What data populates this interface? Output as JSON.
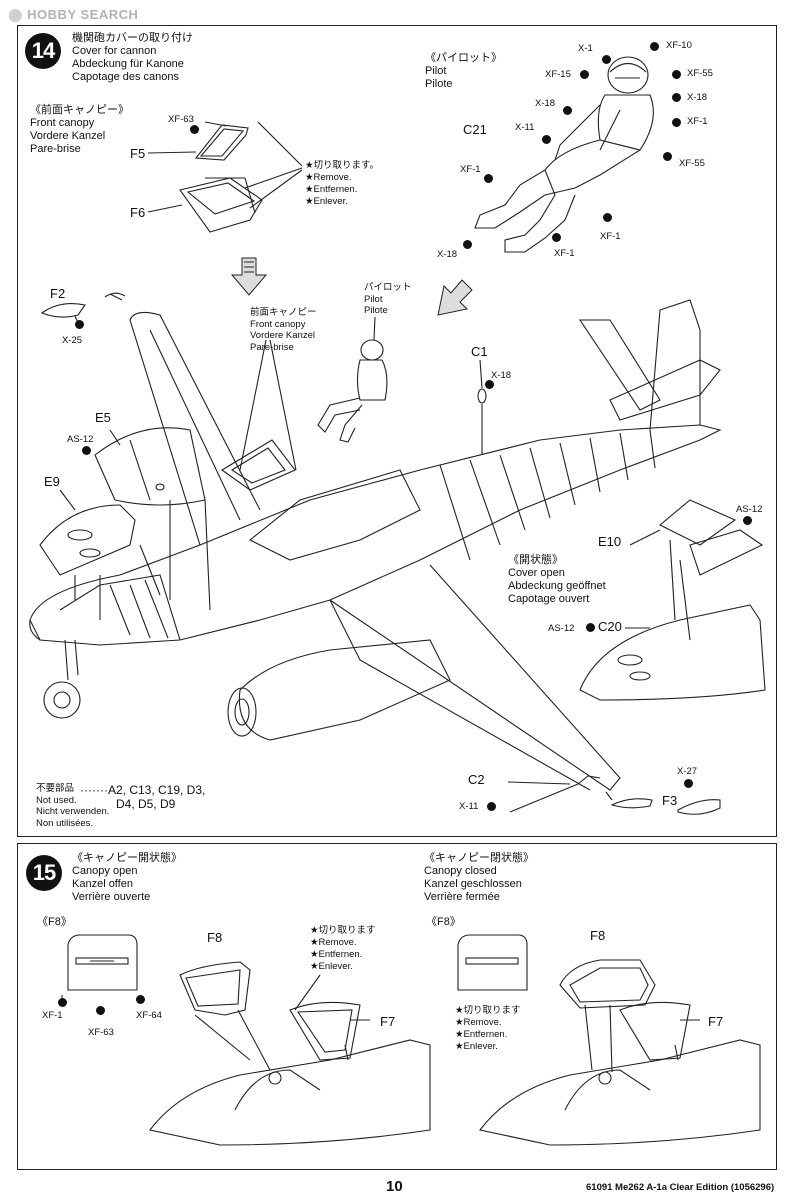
{
  "watermark": "HOBBY SEARCH",
  "step14": {
    "number": "14",
    "title": [
      "機関砲カバーの取り付け",
      "Cover for cannon",
      "Abdeckung für Kanone",
      "Capotage des canons"
    ],
    "front_canopy_group": [
      "《前面キャノピー》",
      "Front canopy",
      "Vordere Kanzel",
      "Pare-brise"
    ],
    "pilot_group": [
      "《パイロット》",
      "Pilot",
      "Pilote"
    ],
    "cut_off_note": [
      "★切り取ります。",
      "★Remove.",
      "★Entfernen.",
      "★Enlever."
    ],
    "front_canopy_callout": [
      "前面キャノピー",
      "Front canopy",
      "Vordere Kanzel",
      "Pare-brise"
    ],
    "pilot_callout": [
      "パイロット",
      "Pilot",
      "Pilote"
    ],
    "cover_open_group": [
      "《開状態》",
      "Cover open",
      "Abdeckung geöffnet",
      "Capotage ouvert"
    ],
    "not_used_label": [
      "不要部品",
      "Not used.",
      "Nicht verwenden.",
      "Non utilisées."
    ],
    "not_used_parts": [
      "·······A2, C13, C19, D3,",
      "D4, D5, D9"
    ],
    "parts": {
      "f5": "F5",
      "f6": "F6",
      "c21": "C21",
      "f2": "F2",
      "c1": "C1",
      "e5": "E5",
      "e9": "E9",
      "e10": "E10",
      "c20": "C20",
      "c2": "C2",
      "f3": "F3"
    },
    "paints": {
      "xf63": "XF-63",
      "x1": "X-1",
      "xf10": "XF-10",
      "xf15": "XF-15",
      "xf55a": "XF-55",
      "x18a": "X-18",
      "x18b": "X-18",
      "x11a": "X-11",
      "xf1a": "XF-1",
      "xf55b": "XF-55",
      "xf1b": "XF-1",
      "xf1c": "XF-1",
      "x18c": "X-18",
      "xf1d": "XF-1",
      "x25": "X-25",
      "x18d": "X-18",
      "as12a": "AS-12",
      "as12b": "AS-12",
      "as12c": "AS-12",
      "x27": "X-27",
      "x11b": "X-11"
    }
  },
  "step15": {
    "number": "15",
    "open_group": [
      "《キャノピー開状態》",
      "Canopy open",
      "Kanzel offen",
      "Verrière ouverte"
    ],
    "closed_group": [
      "《キャノピー閉状態》",
      "Canopy closed",
      "Kanzel geschlossen",
      "Verrière fermée"
    ],
    "f8_group_left": "《F8》",
    "f8_group_right": "《F8》",
    "cut_off_left": [
      "★切り取ります",
      "★Remove.",
      "★Entfernen.",
      "★Enlever."
    ],
    "cut_off_right": [
      "★切り取ります",
      "★Remove.",
      "★Entfernen.",
      "★Enlever."
    ],
    "parts": {
      "f8a": "F8",
      "f7a": "F7",
      "f8b": "F8",
      "f7b": "F7"
    },
    "paints": {
      "xf1": "XF-1",
      "xf63": "XF-63",
      "xf64": "XF-64"
    }
  },
  "footer": {
    "page_number": "10",
    "product": "61091  Me262 A-1a Clear Edition (1056296)"
  }
}
